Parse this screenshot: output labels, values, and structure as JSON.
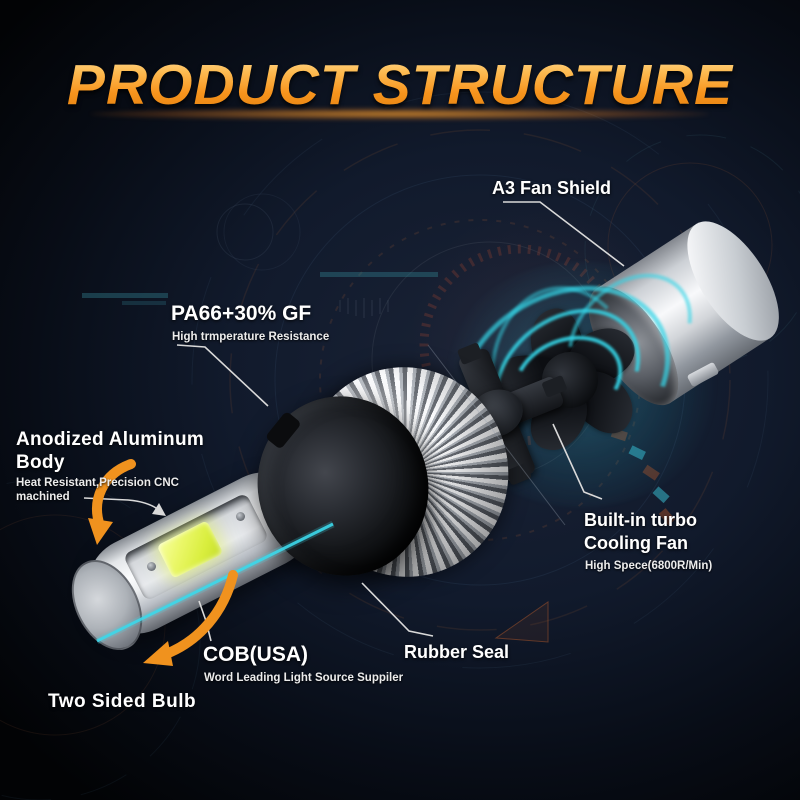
{
  "page": {
    "title": "PRODUCT STRUCTURE"
  },
  "colors": {
    "accent_orange": "#f7941d",
    "swirl_cyan": "#35d6e8",
    "cob_chip_yellow": "#e3f54c",
    "label_white": "#ffffff",
    "background_navy": "#111a2c"
  },
  "callouts": {
    "fan_shield": {
      "label": "A3 Fan Shield"
    },
    "pa66": {
      "label": "PA66+30% GF",
      "sublabel": "High trmperature Resistance"
    },
    "aluminum_body": {
      "label_line1": "Anodized Aluminum",
      "label_line2": "Body",
      "sublabel_line1": "Heat Resistant,Precision CNC",
      "sublabel_line2": "machined"
    },
    "cooling_fan": {
      "label_line1": "Built-in turbo",
      "label_line2": "Cooling Fan",
      "sublabel": "High Spece(6800R/Min)"
    },
    "cob": {
      "label": "COB(USA)",
      "sublabel": "Word Leading Light Source Suppiler"
    },
    "rubber_seal": {
      "label": "Rubber Seal"
    },
    "two_sided_bulb": {
      "label": "Two Sided Bulb"
    }
  }
}
